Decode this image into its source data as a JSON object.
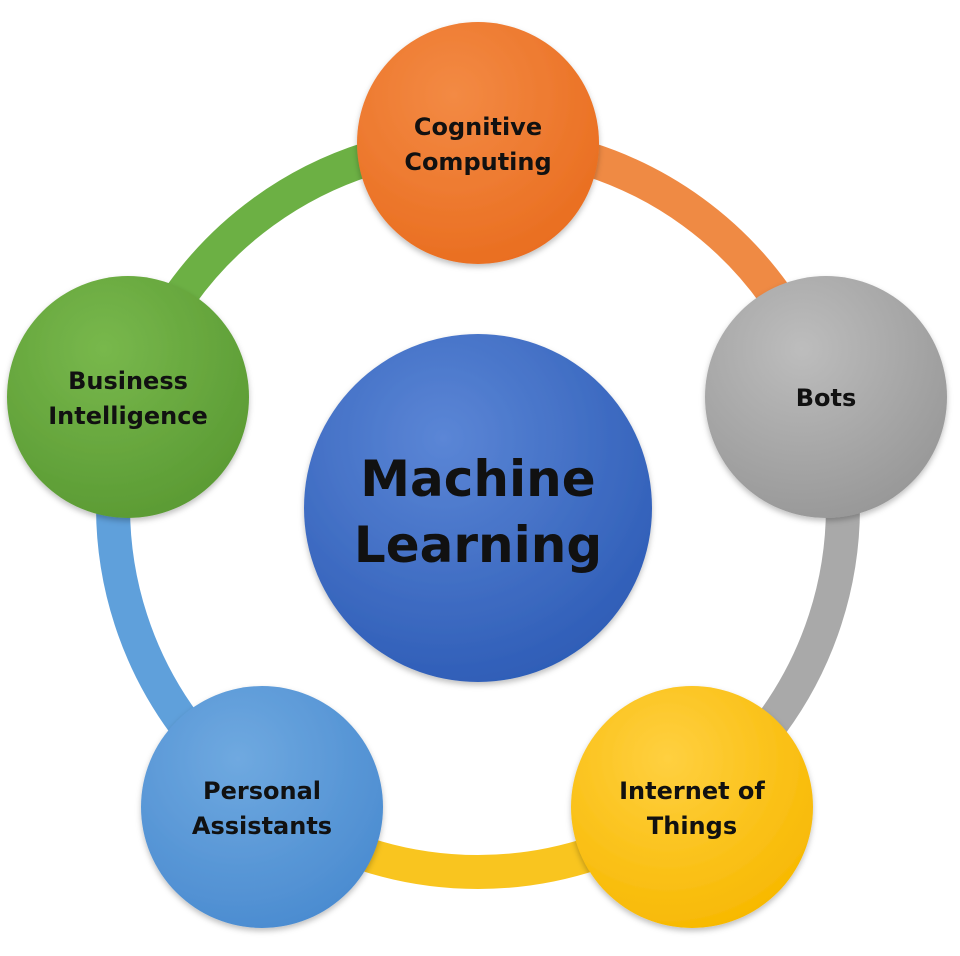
{
  "center": {
    "lines": [
      "Machine",
      "Learning"
    ],
    "color": "#3f6fc6"
  },
  "nodes": [
    {
      "id": "cognitive-computing",
      "lines": [
        "Cognitive",
        "Computing"
      ],
      "color": "#ef7a2e"
    },
    {
      "id": "bots",
      "lines": [
        "Bots"
      ],
      "color": "#a9a9a9"
    },
    {
      "id": "internet-of-things",
      "lines": [
        "Internet of",
        "Things"
      ],
      "color": "#fbc21a"
    },
    {
      "id": "personal-assistants",
      "lines": [
        "Personal",
        "Assistants"
      ],
      "color": "#5b9bd9"
    },
    {
      "id": "business-intelligence",
      "lines": [
        "Business",
        "Intelligence"
      ],
      "color": "#6aaa3e"
    }
  ],
  "connectors": [
    {
      "id": "cognitive-to-bots",
      "color": "#ef8a44"
    },
    {
      "id": "bots-to-iot",
      "color": "#a9a9a9"
    },
    {
      "id": "iot-to-personal",
      "color": "#f9c51f"
    },
    {
      "id": "personal-to-business",
      "color": "#5fa0db"
    },
    {
      "id": "business-to-cognitive",
      "color": "#6cb044"
    }
  ]
}
